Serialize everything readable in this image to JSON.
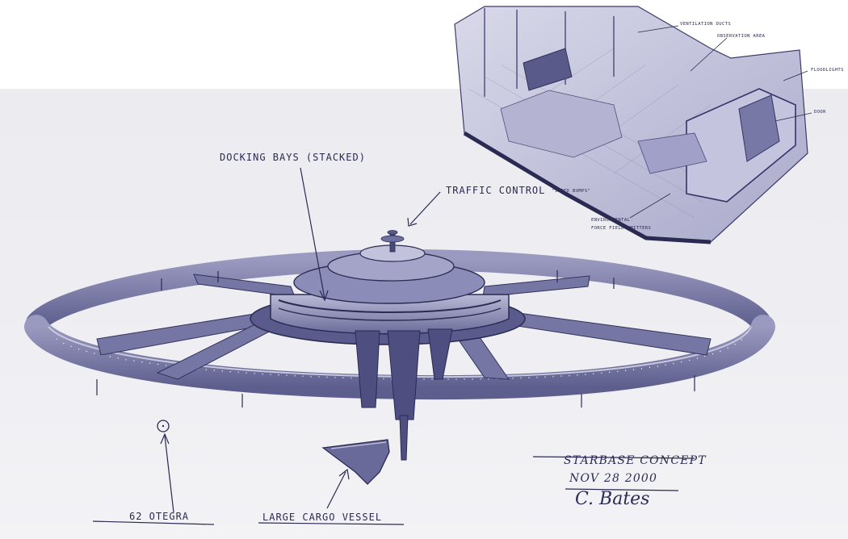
{
  "labels": {
    "docking_bays": "Docking Bays (Stacked)",
    "traffic_control": "Traffic Control",
    "speed_bumps": "\"Speed Bumps\"",
    "otegra": "62 Otegra",
    "cargo_vessel": "Large Cargo Vessel",
    "ventilation": "Ventilation Ducts",
    "observation_area": "Observation Area",
    "floodlights": "Floodlights",
    "door": "Door",
    "environmental_line1": "Environmental",
    "environmental_line2": "Force Field Emitters"
  },
  "caption": {
    "title": "Starbase Concept",
    "date": "Nov 28 2000"
  },
  "signature": "C. Bates",
  "colors": {
    "ink": "#2a2a52",
    "wash": "#7c7ca8",
    "paper": "#eeeef2"
  }
}
